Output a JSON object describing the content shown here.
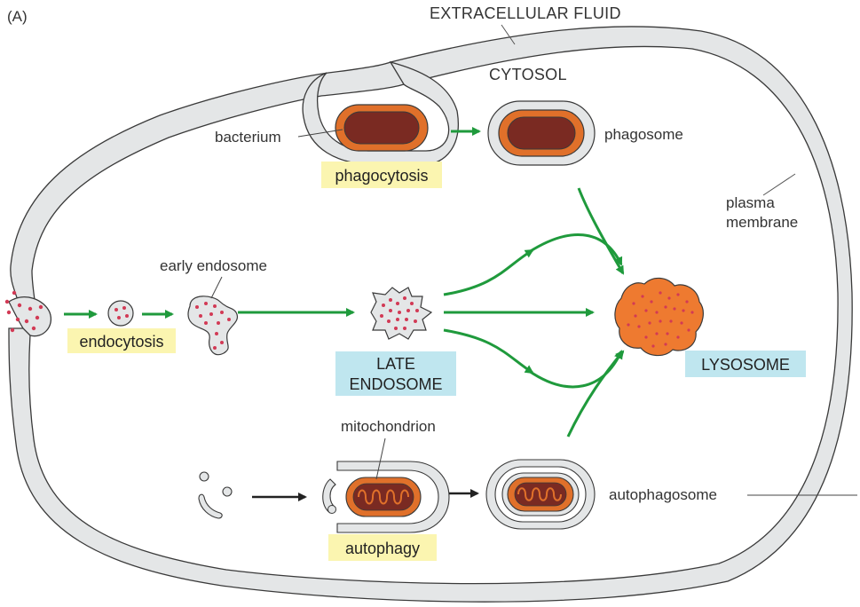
{
  "panel_label": "(A)",
  "labels": {
    "extracellular_fluid": "EXTRACELLULAR FLUID",
    "cytosol": "CYTOSOL",
    "bacterium": "bacterium",
    "phagosome": "phagosome",
    "plasma_membrane_line1": "plasma",
    "plasma_membrane_line2": "membrane",
    "early_endosome": "early endosome",
    "mitochondrion": "mitochondrion",
    "autophagosome": "autophagosome"
  },
  "process_boxes": {
    "phagocytosis": "phagocytosis",
    "endocytosis": "endocytosis",
    "autophagy": "autophagy"
  },
  "organelle_boxes": {
    "late_endosome_line1": "LATE",
    "late_endosome_line2": "ENDOSOME",
    "lysosome": "LYSOSOME"
  },
  "colors": {
    "membrane_fill": "#e4e6e7",
    "membrane_stroke": "#3a3a3a",
    "arrow_green": "#1f9a3c",
    "arrow_black": "#222222",
    "bacterium_outer": "#e0702a",
    "bacterium_inner": "#7a2a22",
    "cargo_dot": "#d23a55",
    "lysosome_fill": "#ee7a30",
    "yellow_box": "#fbf5b0",
    "blue_box": "#bfe6ef"
  }
}
